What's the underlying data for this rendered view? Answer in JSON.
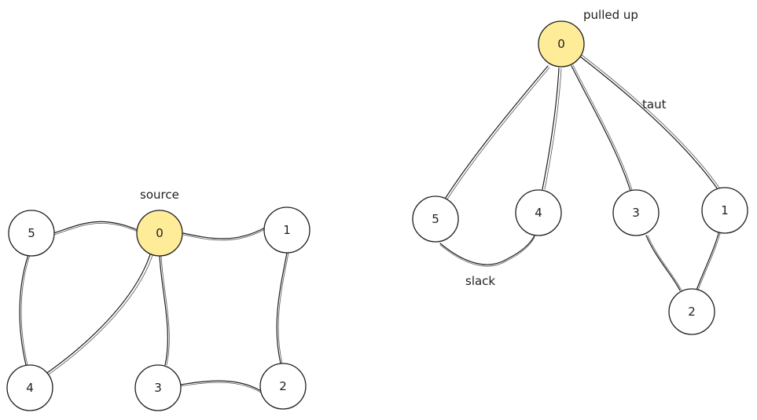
{
  "colors": {
    "highlight": "#ffec99",
    "default_fill": "#ffffff",
    "stroke": "#1e1e1e"
  },
  "graph_left": {
    "annotation": "source",
    "nodes": [
      {
        "id": "0",
        "label": "0",
        "highlight": true
      },
      {
        "id": "1",
        "label": "1",
        "highlight": false
      },
      {
        "id": "2",
        "label": "2",
        "highlight": false
      },
      {
        "id": "3",
        "label": "3",
        "highlight": false
      },
      {
        "id": "4",
        "label": "4",
        "highlight": false
      },
      {
        "id": "5",
        "label": "5",
        "highlight": false
      }
    ],
    "edges": [
      [
        "5",
        "0"
      ],
      [
        "0",
        "1"
      ],
      [
        "5",
        "4"
      ],
      [
        "0",
        "4"
      ],
      [
        "0",
        "3"
      ],
      [
        "1",
        "2"
      ],
      [
        "3",
        "2"
      ]
    ]
  },
  "graph_right": {
    "annotations": {
      "top": "pulled up",
      "taut": "taut",
      "slack": "slack"
    },
    "nodes": [
      {
        "id": "0",
        "label": "0",
        "highlight": true
      },
      {
        "id": "5",
        "label": "5",
        "highlight": false
      },
      {
        "id": "4",
        "label": "4",
        "highlight": false
      },
      {
        "id": "3",
        "label": "3",
        "highlight": false
      },
      {
        "id": "1",
        "label": "1",
        "highlight": false
      },
      {
        "id": "2",
        "label": "2",
        "highlight": false
      }
    ],
    "edges": [
      [
        "0",
        "5"
      ],
      [
        "0",
        "4"
      ],
      [
        "0",
        "3"
      ],
      [
        "0",
        "1"
      ],
      [
        "5",
        "4"
      ],
      [
        "3",
        "2"
      ],
      [
        "1",
        "2"
      ]
    ]
  }
}
